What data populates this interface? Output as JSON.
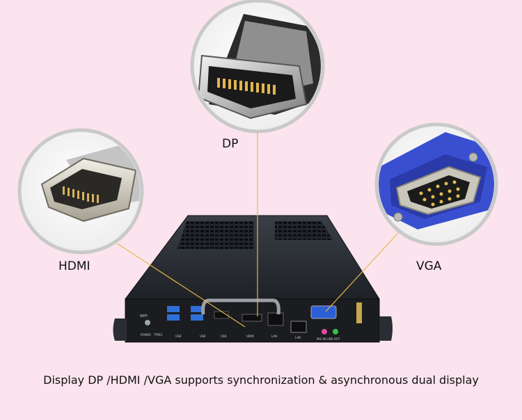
{
  "labels": {
    "dp": "DP",
    "hdmi": "HDMI",
    "vga": "VGA"
  },
  "caption": "Display DP /HDMI /VGA supports synchronization & asynchronous dual display",
  "panel_labels": {
    "wifi": "WIFI",
    "power": "POWER",
    "typec": "TYPEC",
    "usb": "USB",
    "hdmi": "HDMI",
    "lan": "LAN",
    "audio": "MIC-IN LINE-OUT"
  },
  "colors": {
    "background": "#fbe4ee",
    "leader_line": "#e8b84a",
    "chassis": "#1e2126",
    "vga_blue": "#3a4fd0",
    "usb_blue": "#2f6fd6"
  }
}
